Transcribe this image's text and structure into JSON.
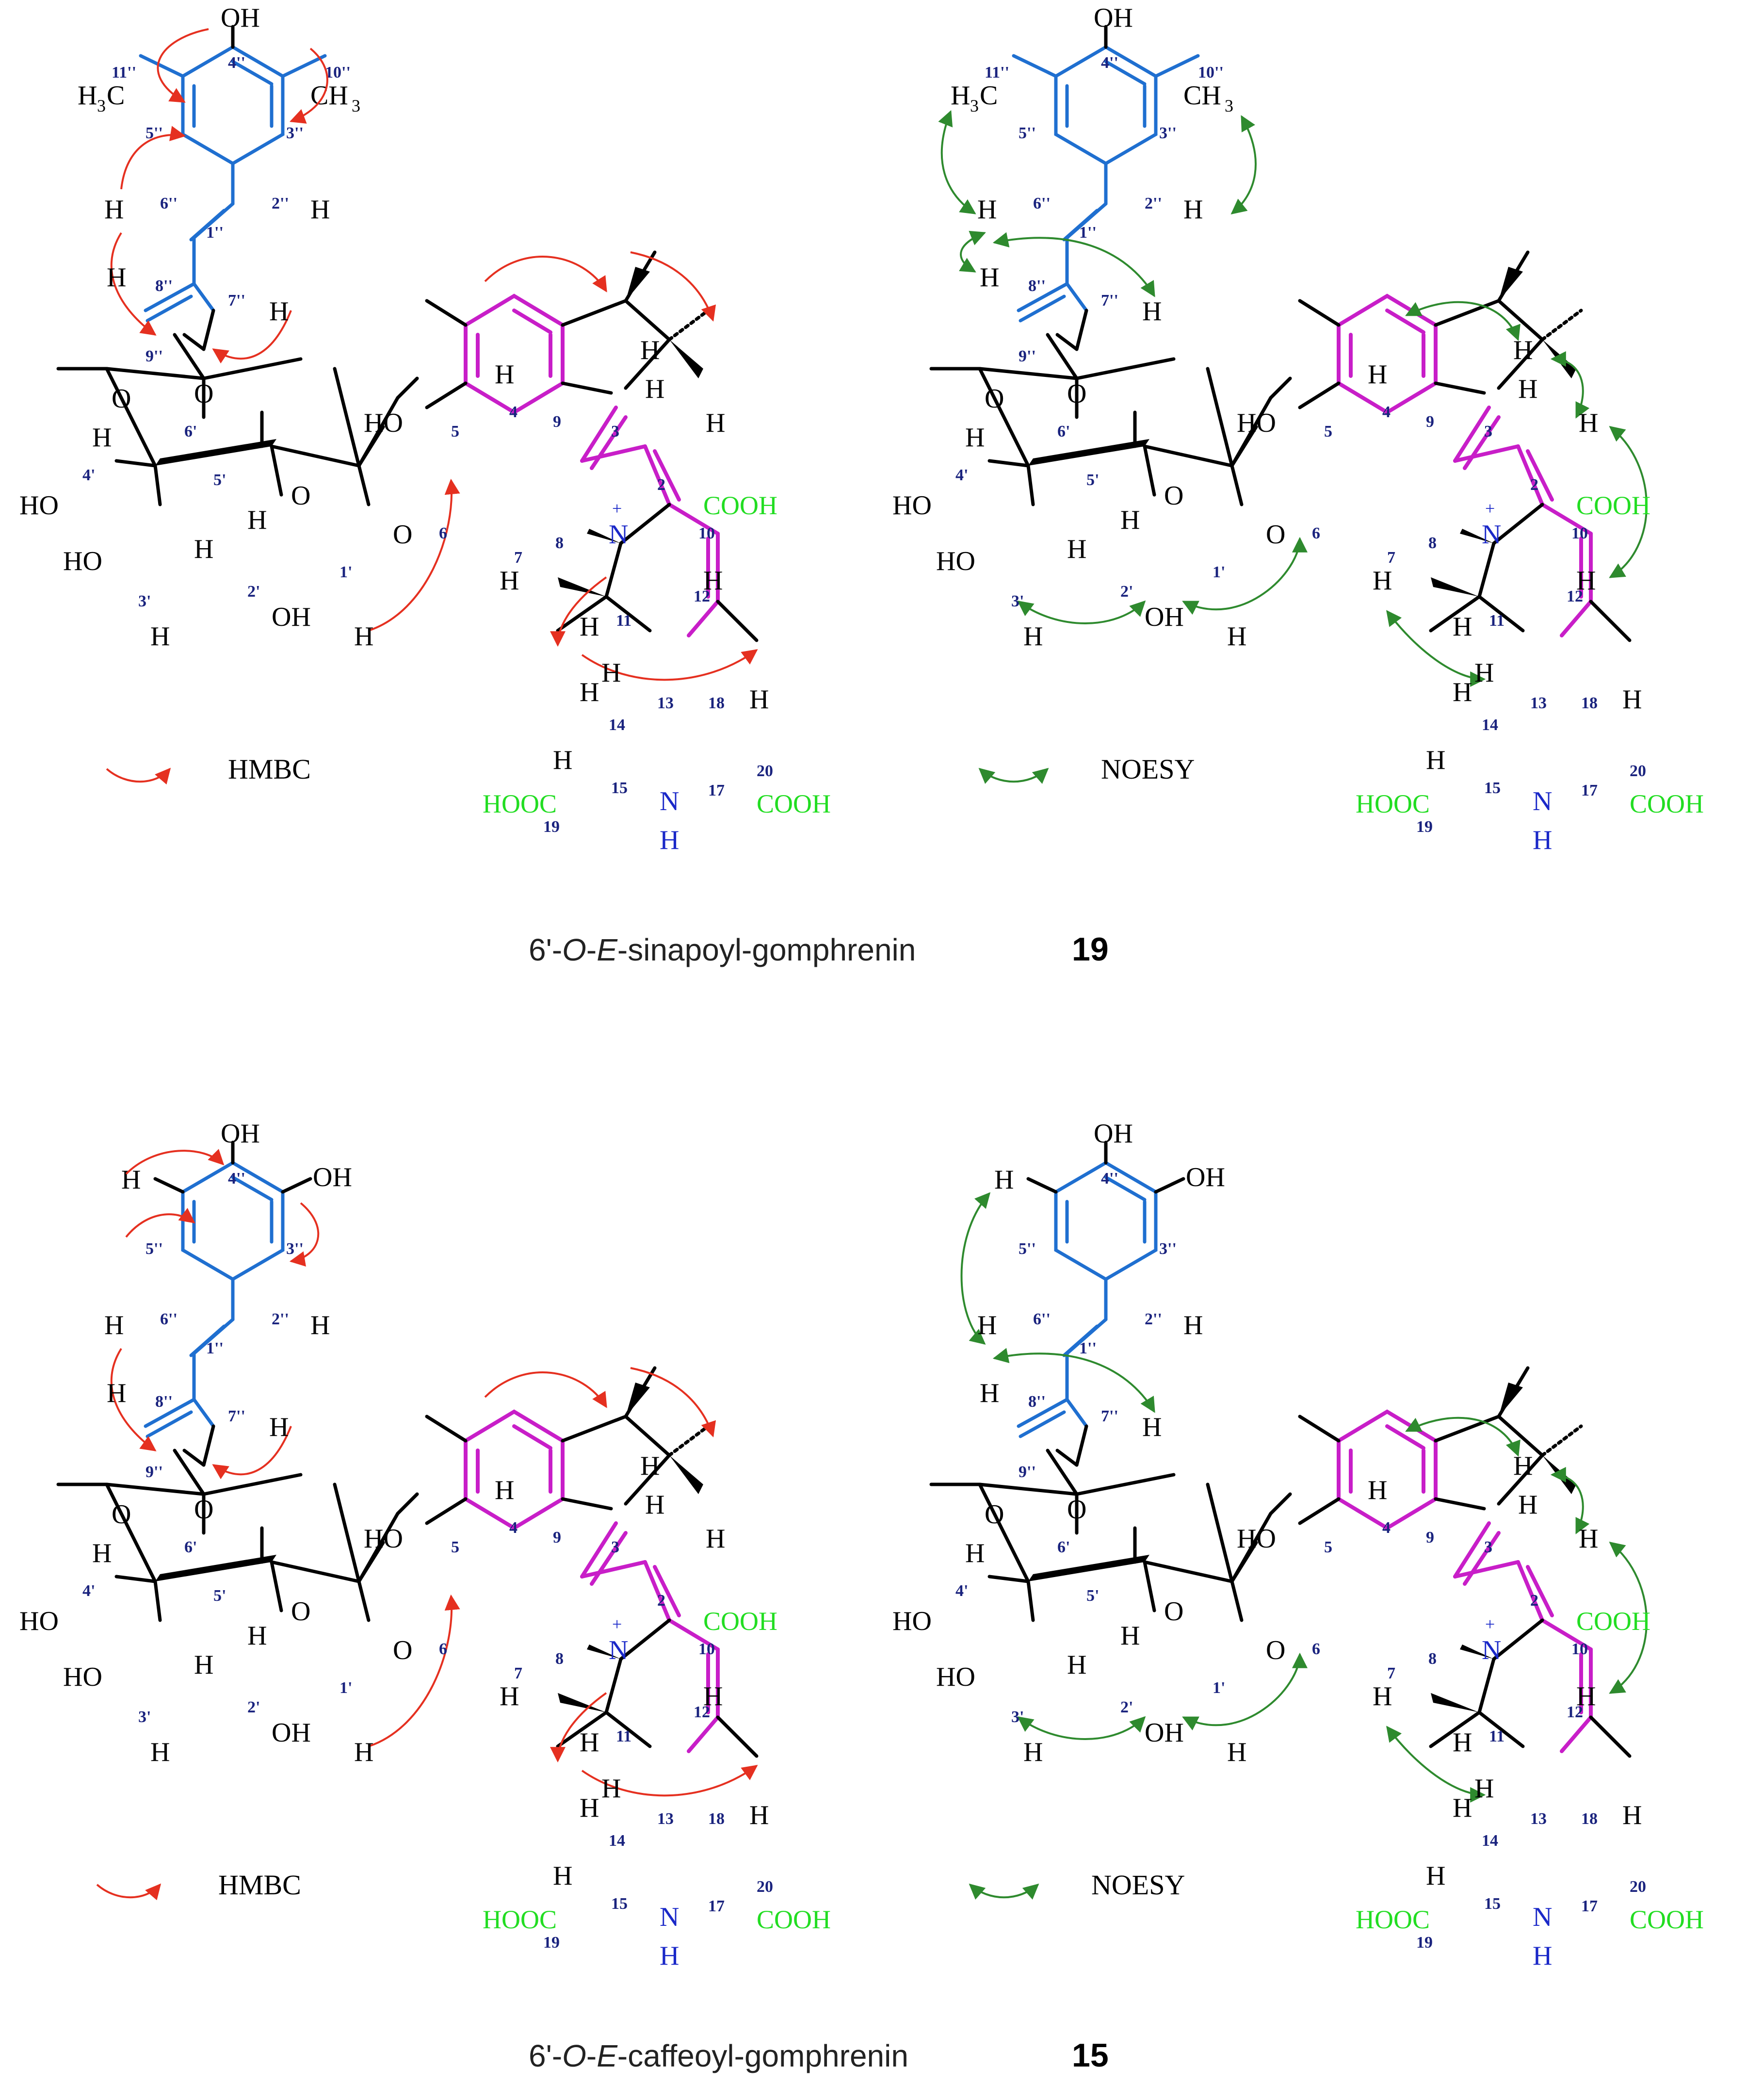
{
  "panels": [
    {
      "id": "p1",
      "kind": "hmbc",
      "aryl": "sinapoyl",
      "legend": "HMBC",
      "substituents": {
        "top": "OH",
        "left_me": "H",
        "left_me_sub": "3",
        "left_me_tail": "C",
        "right_me": "CH",
        "right_me_sub": "3"
      }
    },
    {
      "id": "p2",
      "kind": "noesy",
      "aryl": "sinapoyl",
      "legend": "NOESY",
      "substituents": {
        "top": "OH",
        "left_me": "H",
        "left_me_sub": "3",
        "left_me_tail": "C",
        "right_me": "CH",
        "right_me_sub": "3"
      }
    },
    {
      "id": "p3",
      "kind": "hmbc",
      "aryl": "caffeoyl",
      "legend": "HMBC",
      "substituents": {
        "top": "OH",
        "right_oh": "OH"
      }
    },
    {
      "id": "p4",
      "kind": "noesy",
      "aryl": "caffeoyl",
      "legend": "NOESY",
      "substituents": {
        "top": "OH",
        "right_oh": "OH"
      }
    }
  ],
  "labels": {
    "h": "H",
    "o": "O",
    "ho": "HO",
    "oh": "OH",
    "n_plus": "N",
    "plus": "+",
    "nh_n": "N",
    "nh_h": "H",
    "cooh": "COOH",
    "hooc": "HOOC",
    "n2": "2",
    "n3": "3",
    "n4": "4",
    "n5": "5",
    "n6": "6",
    "n7": "7",
    "n8": "8",
    "n9": "9",
    "n10": "10",
    "n11": "11",
    "n12": "12",
    "n13": "13",
    "n14": "14",
    "n15": "15",
    "n17": "17",
    "n18": "18",
    "n19": "19",
    "n20": "20",
    "s1": "1'",
    "s2": "2'",
    "s3": "3'",
    "s4": "4'",
    "s5": "5'",
    "s6": "6'",
    "a1": "1''",
    "a2": "2''",
    "a3": "3''",
    "a4": "4''",
    "a5": "5''",
    "a6": "6''",
    "a7": "7''",
    "a8": "8''",
    "a9": "9''",
    "a10": "10''",
    "a11": "11''"
  },
  "captions": [
    {
      "prefix": "6'-",
      "o": "O",
      "dash1": "-",
      "e": "E",
      "rest": "-sinapoyl-gomphrenin",
      "number": "19"
    },
    {
      "prefix": "6'-",
      "o": "O",
      "dash1": "-",
      "e": "E",
      "rest": "-caffeoyl-gomphrenin",
      "number": "15"
    }
  ],
  "colors": {
    "red": "#e53020",
    "green": "#2e8a2e",
    "blue_bond": "#1f6fd0",
    "magenta_bond": "#c81ec8",
    "acid": "#22dd22",
    "locant": "#1a237e"
  }
}
